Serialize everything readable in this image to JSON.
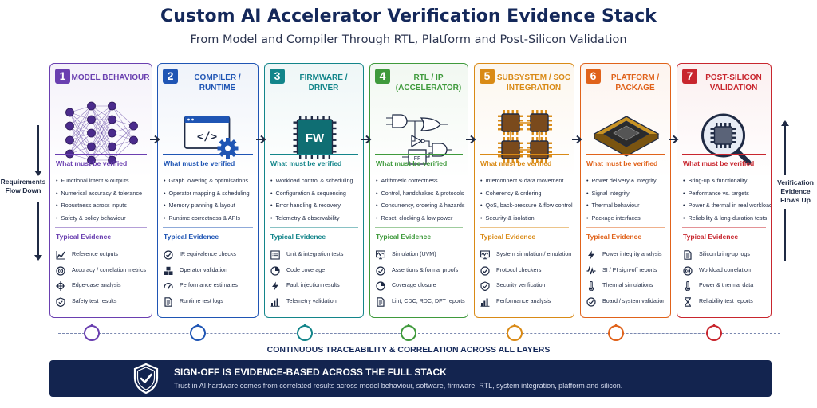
{
  "header": {
    "title": "Custom AI Accelerator Verification Evidence Stack",
    "subtitle": "From Model and Compiler Through RTL, Platform and Post-Silicon Validation"
  },
  "side": {
    "left": "Requirements Flow Down",
    "right": "Verification Evidence Flows Up"
  },
  "labels": {
    "verify_heading": "What must be verified",
    "evidence_heading": "Typical Evidence"
  },
  "columns": [
    {
      "num": "1",
      "title": "MODEL BEHAVIOUR",
      "color": "#6a3fb0",
      "illustration": "neural-network",
      "verify": [
        "Functional intent & outputs",
        "Numerical accuracy & tolerance",
        "Robustness across inputs",
        "Safety & policy behaviour"
      ],
      "evidence": [
        {
          "icon": "chart-icon",
          "text": "Reference outputs"
        },
        {
          "icon": "target-icon",
          "text": "Accuracy / correlation metrics"
        },
        {
          "icon": "crosshair-icon",
          "text": "Edge-case analysis"
        },
        {
          "icon": "shield-icon",
          "text": "Safety test results"
        }
      ]
    },
    {
      "num": "2",
      "title": "COMPILER / RUNTIME",
      "color": "#1f55b4",
      "illustration": "code-window",
      "verify": [
        "Graph lowering & optimisations",
        "Operator mapping & scheduling",
        "Memory planning & layout",
        "Runtime correctness & APIs"
      ],
      "evidence": [
        {
          "icon": "check-circle-icon",
          "text": "IR equivalence checks"
        },
        {
          "icon": "cubes-icon",
          "text": "Operator validation"
        },
        {
          "icon": "gauge-icon",
          "text": "Performance estimates"
        },
        {
          "icon": "document-icon",
          "text": "Runtime test logs"
        }
      ]
    },
    {
      "num": "3",
      "title": "FIRMWARE / DRIVER",
      "color": "#13858a",
      "illustration": "fw-chip",
      "verify": [
        "Workload control & scheduling",
        "Configuration & sequencing",
        "Error handling & recovery",
        "Telemetry & observability"
      ],
      "evidence": [
        {
          "icon": "list-icon",
          "text": "Unit & integration tests"
        },
        {
          "icon": "pie-icon",
          "text": "Code coverage"
        },
        {
          "icon": "bolt-icon",
          "text": "Fault injection results"
        },
        {
          "icon": "bars-icon",
          "text": "Telemetry validation"
        }
      ]
    },
    {
      "num": "4",
      "title": "RTL / IP (ACCELERATOR)",
      "color": "#3f9a3c",
      "illustration": "logic-gates",
      "verify": [
        "Arithmetic correctness",
        "Control, handshakes & protocols",
        "Concurrency, ordering & hazards",
        "Reset, clocking & low power"
      ],
      "evidence": [
        {
          "icon": "monitor-wave-icon",
          "text": "Simulation (UVM)"
        },
        {
          "icon": "check-circle-icon",
          "text": "Assertions & formal proofs"
        },
        {
          "icon": "pie-icon",
          "text": "Coverage closure"
        },
        {
          "icon": "document-icon",
          "text": "Lint, CDC, RDC, DFT reports"
        }
      ]
    },
    {
      "num": "5",
      "title": "SUBSYSTEM / SOC INTEGRATION",
      "color": "#d98a16",
      "illustration": "chip-grid",
      "verify": [
        "Interconnect & data movement",
        "Coherency & ordering",
        "QoS, back-pressure & flow control",
        "Security & isolation"
      ],
      "evidence": [
        {
          "icon": "monitor-wave-icon",
          "text": "System simulation / emulation"
        },
        {
          "icon": "check-circle-icon",
          "text": "Protocol checkers"
        },
        {
          "icon": "shield-icon",
          "text": "Security verification"
        },
        {
          "icon": "bars-icon",
          "text": "Performance analysis"
        }
      ]
    },
    {
      "num": "6",
      "title": "PLATFORM / PACKAGE",
      "color": "#e0621a",
      "illustration": "package",
      "verify": [
        "Power delivery & integrity",
        "Signal integrity",
        "Thermal behaviour",
        "Package interfaces"
      ],
      "evidence": [
        {
          "icon": "bolt-icon",
          "text": "Power integrity analysis"
        },
        {
          "icon": "wave-icon",
          "text": "SI / PI sign-off reports"
        },
        {
          "icon": "thermometer-icon",
          "text": "Thermal simulations"
        },
        {
          "icon": "check-circle-icon",
          "text": "Board / system validation"
        }
      ]
    },
    {
      "num": "7",
      "title": "POST-SILICON VALIDATION",
      "color": "#c8262e",
      "illustration": "magnifier-chip",
      "verify": [
        "Bring-up & functionality",
        "Performance vs. targets",
        "Power & thermal in real workloads",
        "Reliability & long-duration tests"
      ],
      "evidence": [
        {
          "icon": "document-icon",
          "text": "Silicon bring-up logs"
        },
        {
          "icon": "target-icon",
          "text": "Workload correlation"
        },
        {
          "icon": "thermometer-icon",
          "text": "Power & thermal data"
        },
        {
          "icon": "clock-icon",
          "text": "Reliability test reports"
        }
      ]
    }
  ],
  "trace": {
    "label": "CONTINUOUS TRACEABILITY & CORRELATION ACROSS ALL LAYERS"
  },
  "banner": {
    "title": "SIGN-OFF IS EVIDENCE-BASED ACROSS THE FULL STACK",
    "text": "Trust in AI hardware comes from correlated results across model behaviour, software, firmware, RTL, system integration, platform and silicon.",
    "icon": "shield-check-icon"
  }
}
